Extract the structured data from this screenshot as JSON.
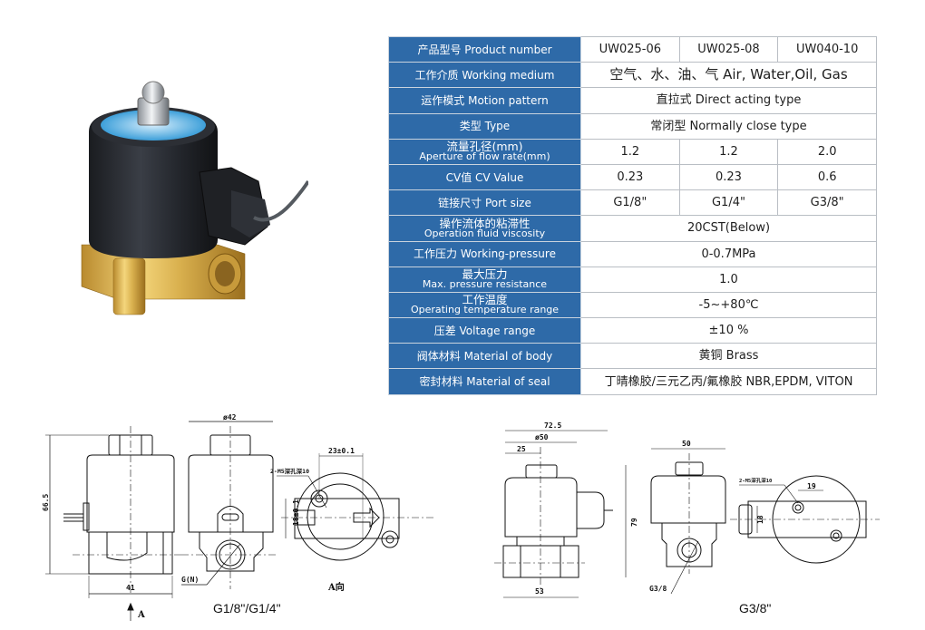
{
  "product_image": {
    "alt": "Brass solenoid valve with black coil and blue label, gray cable"
  },
  "spec_table": {
    "columns_header": {
      "label": "产品型号 Product number",
      "models": [
        "UW025-06",
        "UW025-08",
        "UW040-10"
      ]
    },
    "rows": [
      {
        "label": "工作介质 Working medium",
        "value": "空气、水、油、气 Air, Water,Oil, Gas"
      },
      {
        "label": "运作模式 Motion pattern",
        "value": "直拉式 Direct acting type"
      },
      {
        "label": "类型 Type",
        "value": "常闭型 Normally close type"
      },
      {
        "label_cn": "流量孔径(mm)",
        "label_en": "Aperture of flow rate(mm)",
        "values": [
          "1.2",
          "1.2",
          "2.0"
        ]
      },
      {
        "label": "CV值 CV Value",
        "values": [
          "0.23",
          "0.23",
          "0.6"
        ]
      },
      {
        "label": "链接尺寸 Port size",
        "values": [
          "G1/8\"",
          "G1/4\"",
          "G3/8\""
        ]
      },
      {
        "label_cn": "操作流体的粘滞性",
        "label_en": "Operation fluid viscosity",
        "value": "20CST(Below)"
      },
      {
        "label": "工作压力 Working-pressure",
        "value": "0-0.7MPa"
      },
      {
        "label_cn": "最大压力",
        "label_en": "Max. pressure resistance",
        "value": "1.0"
      },
      {
        "label_cn": "工作温度",
        "label_en": "Operating temperature range",
        "value": "-5~+80℃"
      },
      {
        "label": "压差 Voltage range",
        "value": "±10 %"
      },
      {
        "label": "阀体材料 Material of body",
        "value": "黄铜 Brass"
      },
      {
        "label": "密封材料 Material of seal",
        "value": "丁晴橡胶/三元乙丙/氟橡胶  NBR,EPDM, VITON"
      }
    ],
    "colors": {
      "label_bg": "#2e6aa8",
      "label_text": "#ffffff",
      "border": "#b9bec4"
    }
  },
  "drawings": {
    "small": {
      "caption": "G1/8\"/G1/4\"",
      "dim_height": "66.5",
      "dim_width": "41",
      "dim_diameter": "ø42",
      "thread_label": "G(N)",
      "arrow_label": "A",
      "view_label": "A向",
      "dim_spacing": "23±0.1",
      "dim_side": "18±0.1",
      "hole_label": "2-M5深孔深10"
    },
    "large": {
      "caption": "G3/8\"",
      "dim_overall": "72.5",
      "dim_diameter": "ø50",
      "dim_offset": "25",
      "dim_height": "79",
      "dim_base": "53",
      "dim_width": "50",
      "thread_label": "G3/8",
      "dim_spacing": "19",
      "dim_side": "18",
      "hole_label": "2-M5深孔深10"
    }
  }
}
